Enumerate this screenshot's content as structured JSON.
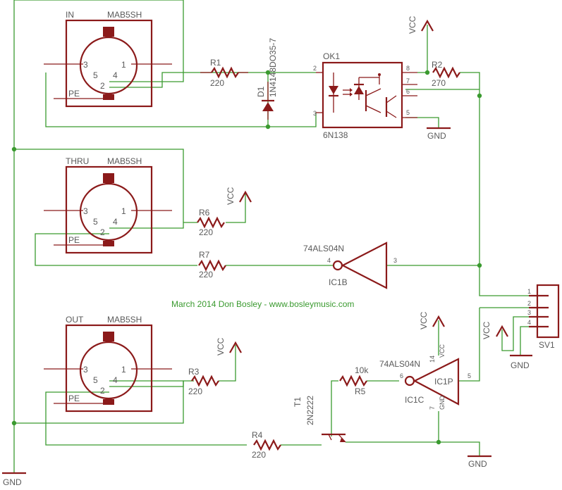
{
  "credit": "March 2014 Don Bosley - www.bosleymusic.com",
  "connectors": {
    "in": {
      "name": "IN",
      "part": "MAB5SH"
    },
    "thru": {
      "name": "THRU",
      "part": "MAB5SH"
    },
    "out": {
      "name": "OUT",
      "part": "MAB5SH"
    },
    "pins": {
      "p1": "1",
      "p2": "2",
      "p3": "3",
      "p4": "4",
      "p5": "5",
      "pe": "PE"
    }
  },
  "resistors": {
    "r1": {
      "name": "R1",
      "value": "220"
    },
    "r2": {
      "name": "R2",
      "value": "270"
    },
    "r3": {
      "name": "R3",
      "value": "220"
    },
    "r4": {
      "name": "R4",
      "value": "220"
    },
    "r5": {
      "name": "R5",
      "value": "10k"
    },
    "r6": {
      "name": "R6",
      "value": "220"
    },
    "r7": {
      "name": "R7",
      "value": "220"
    }
  },
  "diode": {
    "name": "D1",
    "part": "1N4148DO35-7"
  },
  "optocoupler": {
    "name": "OK1",
    "part": "6N138",
    "pins": [
      "2",
      "3",
      "8",
      "7",
      "6",
      "5"
    ]
  },
  "ic": {
    "part": "74ALS04N",
    "b": {
      "name": "IC1B",
      "in_pin": "4",
      "out_pin": "3"
    },
    "c": {
      "name": "IC1C",
      "in_pin": "6",
      "out_pin": "5"
    },
    "p": {
      "name": "IC1P",
      "vcc_pin": "14",
      "gnd_pin": "7",
      "vcc": "VCC",
      "gnd": "GND"
    }
  },
  "transistor": {
    "name": "T1",
    "part": "2N2222"
  },
  "header": {
    "name": "SV1",
    "pins": [
      "1",
      "2",
      "3",
      "4"
    ]
  },
  "power": {
    "vcc": "VCC",
    "gnd": "GND"
  }
}
